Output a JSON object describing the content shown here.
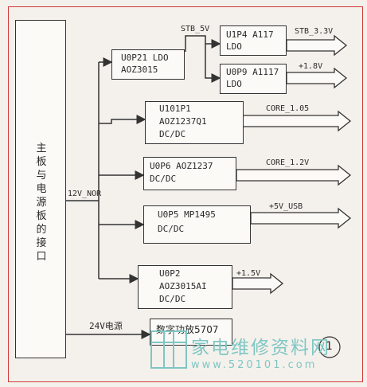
{
  "main_board": "主板与电源板的接口",
  "bus_label": "12V_NOR",
  "label_24v": "24V电源",
  "blocks": {
    "u0p21": [
      "U0P21 LDO",
      "AOZ3015"
    ],
    "u1p4": [
      "U1P4 A117",
      "LDO"
    ],
    "u0p9": [
      "U0P9 A1117",
      "LDO"
    ],
    "u101p1": [
      "U101P1",
      "AOZ1237Q1",
      "DC/DC"
    ],
    "u0p6": [
      "U0P6 AOZ1237",
      "DC/DC"
    ],
    "u0p5": [
      "U0P5 MP1495",
      "DC/DC"
    ],
    "u0p2": [
      "U0P2",
      "AOZ3015AI",
      "DC/DC"
    ],
    "amp": [
      "数字功放5707"
    ]
  },
  "signals": {
    "stb5v": "STB_5V",
    "stb33v": "STB_3.3V",
    "v18": "+1.8V",
    "core105": "CORE_1.05",
    "core12": "CORE_1.2V",
    "usb5v": "+5V_USB",
    "v15": "+1.5V"
  },
  "watermark": {
    "text": "家电维修资料网",
    "url": "www.520101.com",
    "mark": "1"
  }
}
